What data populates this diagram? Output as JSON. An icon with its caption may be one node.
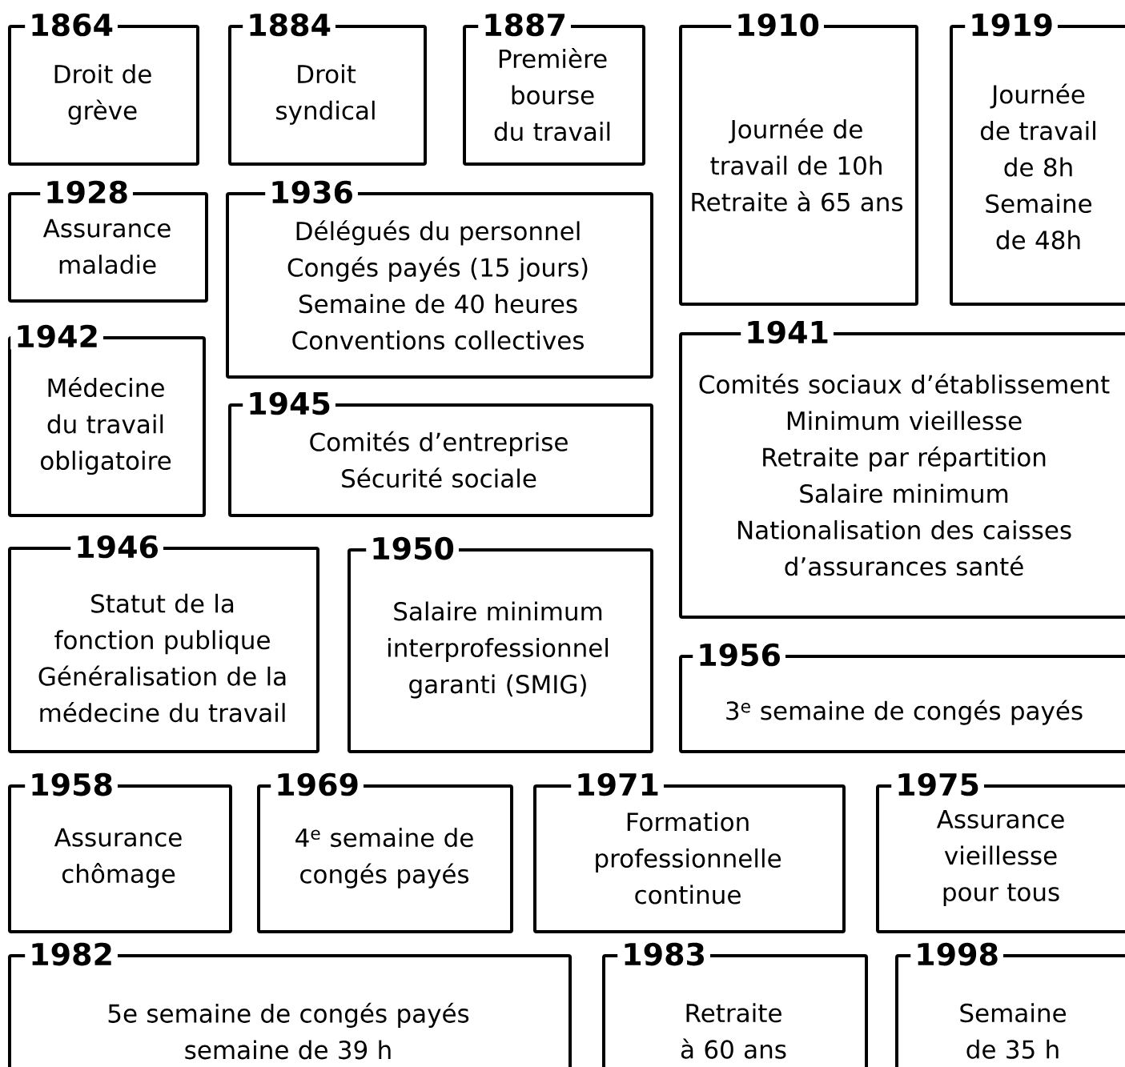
{
  "diagram": {
    "nodes": [
      {
        "text": [
          "1864",
          "Droit de grève"
        ]
      },
      {
        "text": [
          "1884",
          "Droit syndical"
        ]
      },
      {
        "text": [
          "1887",
          "Première bourse du travail"
        ]
      },
      {
        "text": [
          "1910",
          "Journée de travail de 10h",
          "Retraite à 65 ans"
        ]
      },
      {
        "text": [
          "1919",
          "Journée de travail de 8h",
          "Semaine de 48h"
        ]
      },
      {
        "text": [
          "1928",
          "Assurance maladie"
        ]
      },
      {
        "text": [
          "1936",
          "Délégués du personnel",
          "Congés payés (15 jours)",
          "Semaine de 40 heures",
          "Conventions collectives"
        ]
      },
      {
        "text": [
          "1942",
          "Médecine du travail obligatoire"
        ]
      },
      {
        "text": [
          "1945",
          "Comités d’entreprise",
          "Sécurité sociale"
        ]
      },
      {
        "text": [
          "1941",
          "Comités sociaux d’établissement",
          "Minimum vieillesse",
          "Retraite par répartition",
          "Salaire minimum",
          "Nationalisation des caisses d’assurances santé"
        ]
      },
      {
        "text": [
          "1946",
          "Statut de la fonction publique",
          "Généralisation de la médecine du travail"
        ]
      },
      {
        "text": [
          "1950",
          "Salaire minimum interprofessionnel garanti (SMIG)"
        ]
      },
      {
        "text": [
          "1956",
          "3$^{e}$ semaine de congés payés"
        ]
      },
      {
        "text": [
          "1958",
          "Assurance chômage"
        ]
      },
      {
        "text": [
          "1969",
          "4$^{e}$ semaine de congés payés"
        ]
      },
      {
        "text": [
          "1971",
          "Formation professionnelle continue"
        ]
      },
      {
        "text": [
          "1975",
          "Assurance vieillesse pour tous"
        ]
      },
      {
        "text": [
          "1982",
          "5e semaine de congés payés",
          "semaine de 39 h"
        ]
      },
      {
        "text": [
          "1983",
          "Retraite à 60 ans"
        ]
      },
      {
        "text": [
          "1998",
          "Semaine de 35 h"
        ]
      }
    ]
  }
}
